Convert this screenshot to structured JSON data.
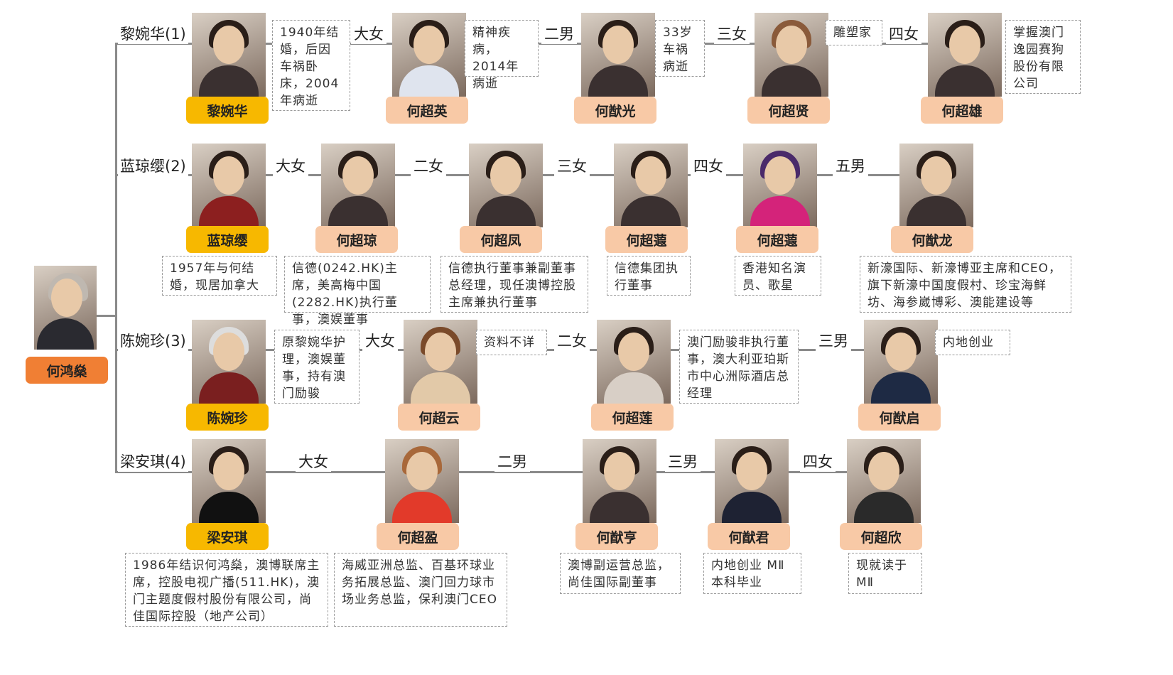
{
  "root": {
    "name": "何鸿燊"
  },
  "spouses": [
    {
      "label": "黎婉华(1)",
      "name": "黎婉华",
      "note": "1940年结婚，后因车祸卧床，2004年病逝",
      "children": [
        {
          "relation": "大女",
          "name": "何超英",
          "note": "精神疾病，2014年病逝"
        },
        {
          "relation": "二男",
          "name": "何猷光",
          "note": "33岁车祸病逝"
        },
        {
          "relation": "三女",
          "name": "何超贤",
          "note": "雕塑家"
        },
        {
          "relation": "四女",
          "name": "何超雄",
          "note": "掌握澳门逸园赛狗股份有限公司"
        }
      ]
    },
    {
      "label": "蓝琼缨(2)",
      "name": "蓝琼缨",
      "note": "1957年与何结婚，现居加拿大",
      "children": [
        {
          "relation": "大女",
          "name": "何超琼",
          "note": "信德(0242.HK)主席，美高梅中国(2282.HK)执行董事，澳娱董事"
        },
        {
          "relation": "二女",
          "name": "何超凤",
          "note": "信德执行董事兼副董事总经理，现任澳博控股主席兼执行董事"
        },
        {
          "relation": "三女",
          "name": "何超蕸",
          "note": "信德集团执行董事"
        },
        {
          "relation": "四女",
          "name": "何超蕸",
          "note": "香港知名演员、歌星"
        },
        {
          "relation": "五男",
          "name": "何猷龙",
          "note": "新濠国际、新濠博亚主席和CEO，旗下新濠中国度假村、珍宝海鲜坊、海参崴博彩、澳能建设等"
        }
      ]
    },
    {
      "label": "陈婉珍(3)",
      "name": "陈婉珍",
      "note": "原黎婉华护理，澳娱董事，持有澳门励骏",
      "children": [
        {
          "relation": "大女",
          "name": "何超云",
          "note": "资料不详"
        },
        {
          "relation": "二女",
          "name": "何超莲",
          "note": "澳门励骏非执行董事，澳大利亚珀斯市中心洲际酒店总经理"
        },
        {
          "relation": "三男",
          "name": "何猷启",
          "note": "内地创业"
        }
      ]
    },
    {
      "label": "梁安琪(4)",
      "name": "梁安琪",
      "note": "1986年结识何鸿燊，澳博联席主席，控股电视广播(511.HK)，澳门主题度假村股份有限公司，尚佳国际控股（地产公司）",
      "children": [
        {
          "relation": "大女",
          "name": "何超盈",
          "note": "海威亚洲总监、百基环球业务拓展总监、澳门回力球市场业务总监，保利澳门CEO"
        },
        {
          "relation": "二男",
          "name": "何猷亨",
          "note": "澳博副运营总监，尚佳国际副董事"
        },
        {
          "relation": "三男",
          "name": "何猷君",
          "note": "内地创业 MⅡ本科毕业"
        },
        {
          "relation": "四女",
          "name": "何超欣",
          "note": "现就读于 MⅡ"
        }
      ]
    }
  ]
}
